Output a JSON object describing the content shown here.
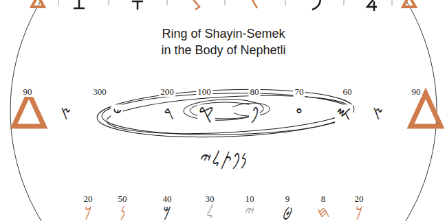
{
  "diagram": {
    "title": "Ring of Shayin-Semek in the Body of Nephetli",
    "labels": [
      "90",
      "300",
      "200",
      "100",
      "80",
      "70",
      "60",
      "90",
      "𐤑",
      "𐤔",
      "𐤓",
      "𐤒",
      "𐤐",
      "𐤏",
      "𐤎",
      "𐤑",
      "𐤍𐤐𐤕𐤋𐤉",
      "20",
      "50",
      "40",
      "30",
      "10",
      "9",
      "8",
      "20",
      "𐤊",
      "𐤍",
      "𐤌",
      "𐤋",
      "𐤉",
      "𐤈",
      "𐤇",
      "𐤊"
    ]
  }
}
